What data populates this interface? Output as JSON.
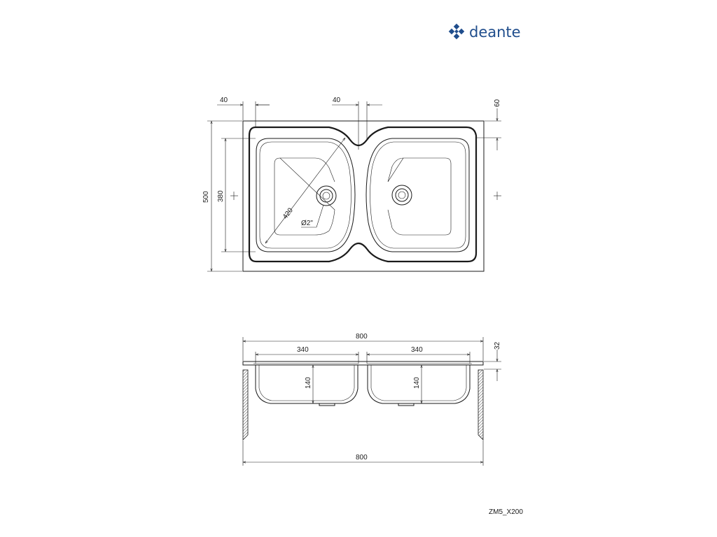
{
  "brand": {
    "name": "deante",
    "color": "#1f4d8c"
  },
  "product_code": "ZM5_X200",
  "top_view": {
    "dim_left_margin": "40",
    "dim_center_margin": "40",
    "dim_top_margin": "60",
    "dim_total_depth": "500",
    "dim_bowl_depth": "380",
    "dim_bowl_diagonal": "420",
    "dim_drain": "Ø2\""
  },
  "side_view": {
    "dim_total_width_top": "800",
    "dim_bowl_left_width": "340",
    "dim_bowl_right_width": "340",
    "dim_rim_height": "32",
    "dim_bowl_left_depth": "140",
    "dim_bowl_right_depth": "140",
    "dim_total_width_bottom": "800"
  },
  "colors": {
    "line": "#1a1a1a",
    "logo": "#1f4d8c"
  }
}
